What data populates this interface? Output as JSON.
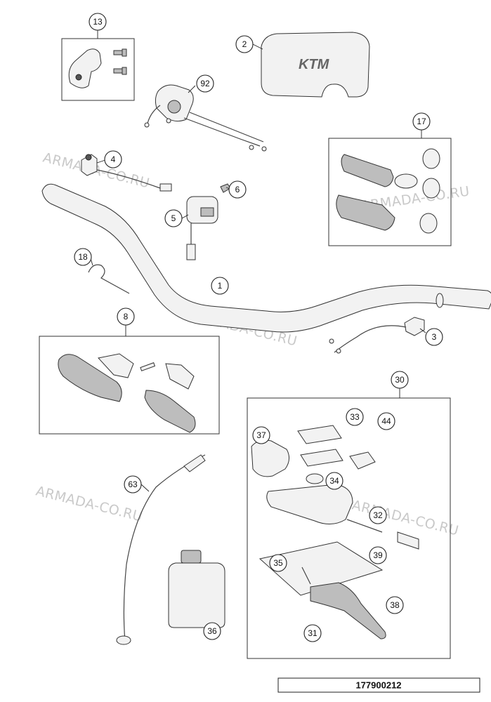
{
  "document_number": "177900212",
  "watermark_text": "ARMADA-CO.RU",
  "logo_text": "KTM",
  "callouts": [
    "13",
    "2",
    "92",
    "4",
    "6",
    "5",
    "17",
    "18",
    "1",
    "8",
    "3",
    "30",
    "33",
    "44",
    "37",
    "34",
    "32",
    "63",
    "35",
    "39",
    "38",
    "36",
    "31"
  ]
}
